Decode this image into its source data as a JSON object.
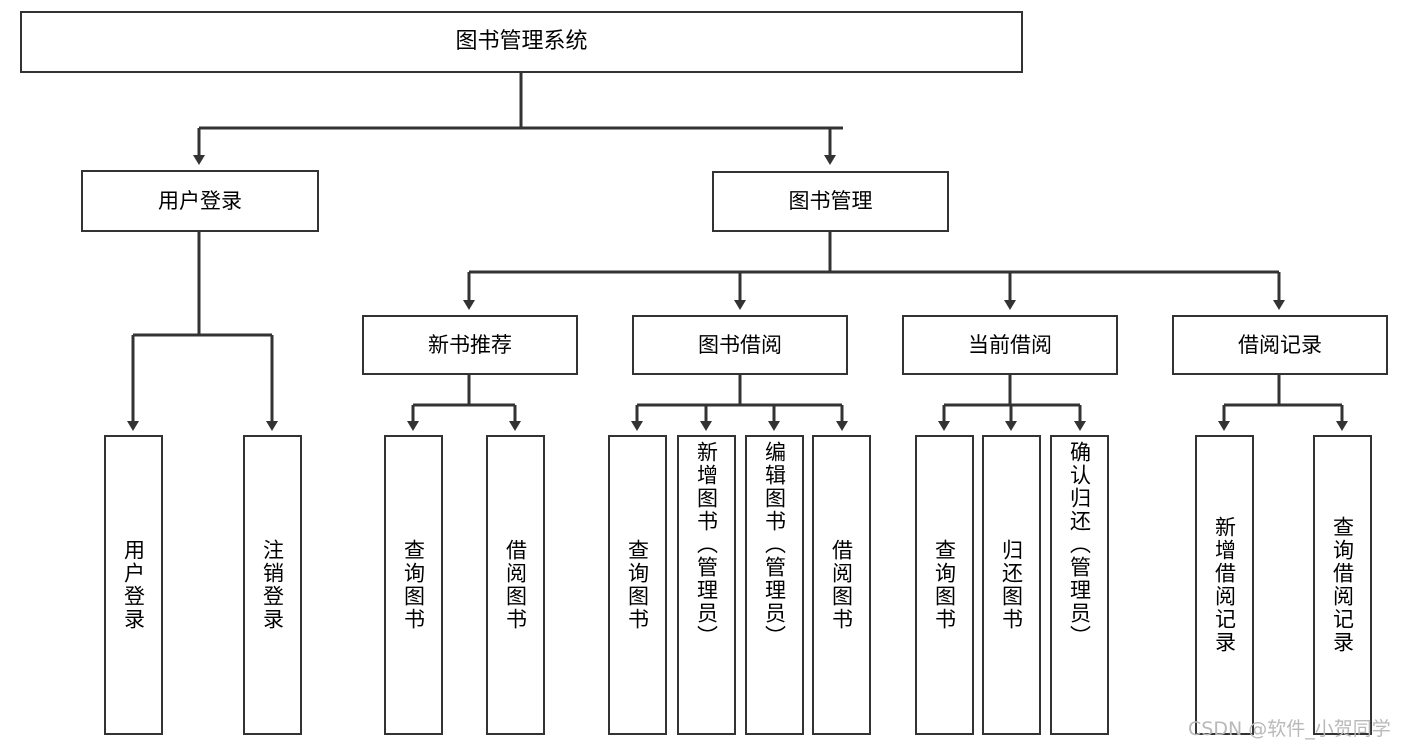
{
  "diagram": {
    "title": "图书管理系统",
    "type": "tree",
    "watermark": "CSDN @软件_小贺同学",
    "colors": {
      "box_border": "#333333",
      "box_fill": "#ffffff",
      "edge": "#333333",
      "text": "#000000",
      "watermark": "#b9b9b9"
    },
    "nodes": {
      "root": "图书管理系统",
      "user_login": "用户登录",
      "book_manage": "图书管理",
      "new_book_rec": "新书推荐",
      "book_borrow": "图书借阅",
      "current_borrow": "当前借阅",
      "borrow_record": "借阅记录",
      "leaf_user_login": "用户登录",
      "leaf_logout": "注销登录",
      "leaf_rec_query_book": "查询图书",
      "leaf_rec_borrow_book": "借阅图书",
      "leaf_borrow_query_book": "查询图书",
      "leaf_add_book_admin": "新增图书（管理员）",
      "leaf_edit_book_admin": "编辑图书（管理员）",
      "leaf_borrow_book": "借阅图书",
      "leaf_cur_query_book": "查询图书",
      "leaf_return_book": "归还图书",
      "leaf_confirm_return_admin": "确认归还（管理员）",
      "leaf_add_borrow_record": "新增借阅记录",
      "leaf_query_borrow_record": "查询借阅记录"
    }
  }
}
